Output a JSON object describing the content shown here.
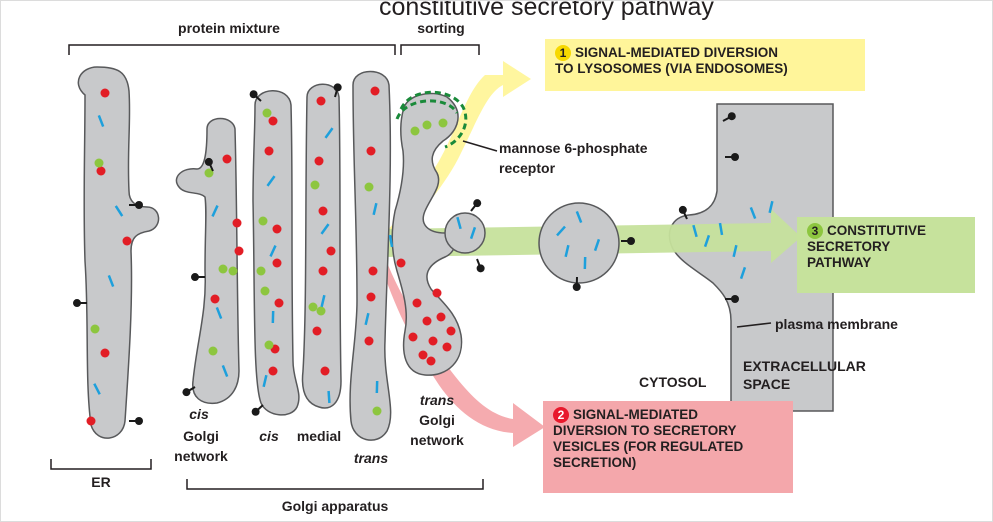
{
  "header_partial": "constitutive secretory pathway",
  "labels": {
    "protein_mixture": "protein mixture",
    "sorting": "sorting",
    "er": "ER",
    "golgi_apparatus": "Golgi apparatus",
    "cis_golgi_network": [
      "cis",
      "Golgi",
      "network"
    ],
    "cis": "cis",
    "medial": "medial",
    "trans": "trans",
    "trans_golgi_network": [
      "trans",
      "Golgi",
      "network"
    ],
    "mannose_receptor": [
      "mannose 6-phosphate",
      "receptor"
    ],
    "plasma_membrane": "plasma membrane",
    "cytosol": "CYTOSOL",
    "extracellular_space": [
      "EXTRACELLULAR",
      "SPACE"
    ]
  },
  "pathways": [
    {
      "number": "1",
      "lines": [
        "SIGNAL-MEDIATED DIVERSION",
        "TO LYSOSOMES (VIA ENDOSOMES)"
      ],
      "color": "#fff59a",
      "number_color": "#f7d800"
    },
    {
      "number": "2",
      "lines": [
        "SIGNAL-MEDIATED",
        "DIVERSION TO SECRETORY",
        "VESICLES (FOR REGULATED",
        "SECRETION)"
      ],
      "color": "#f4a7ab",
      "number_color": "#e8192c"
    },
    {
      "number": "3",
      "lines": [
        "CONSTITUTIVE",
        "SECRETORY",
        "PATHWAY"
      ],
      "color": "#c6e29c",
      "number_color": "#8dc63f"
    }
  ],
  "colors": {
    "compartment_fill": "#c8c9cb",
    "compartment_stroke": "#58595b",
    "red_protein": "#e21d25",
    "green_protein": "#8dc63f",
    "dark_green_protein": "#1a8a3a",
    "blue_protein": "#1ea0dc",
    "receptor": "#1a1a1a",
    "arrow_yellow": "#fff59a",
    "arrow_green": "#c6e29c",
    "arrow_pink": "#f4a7ab"
  }
}
